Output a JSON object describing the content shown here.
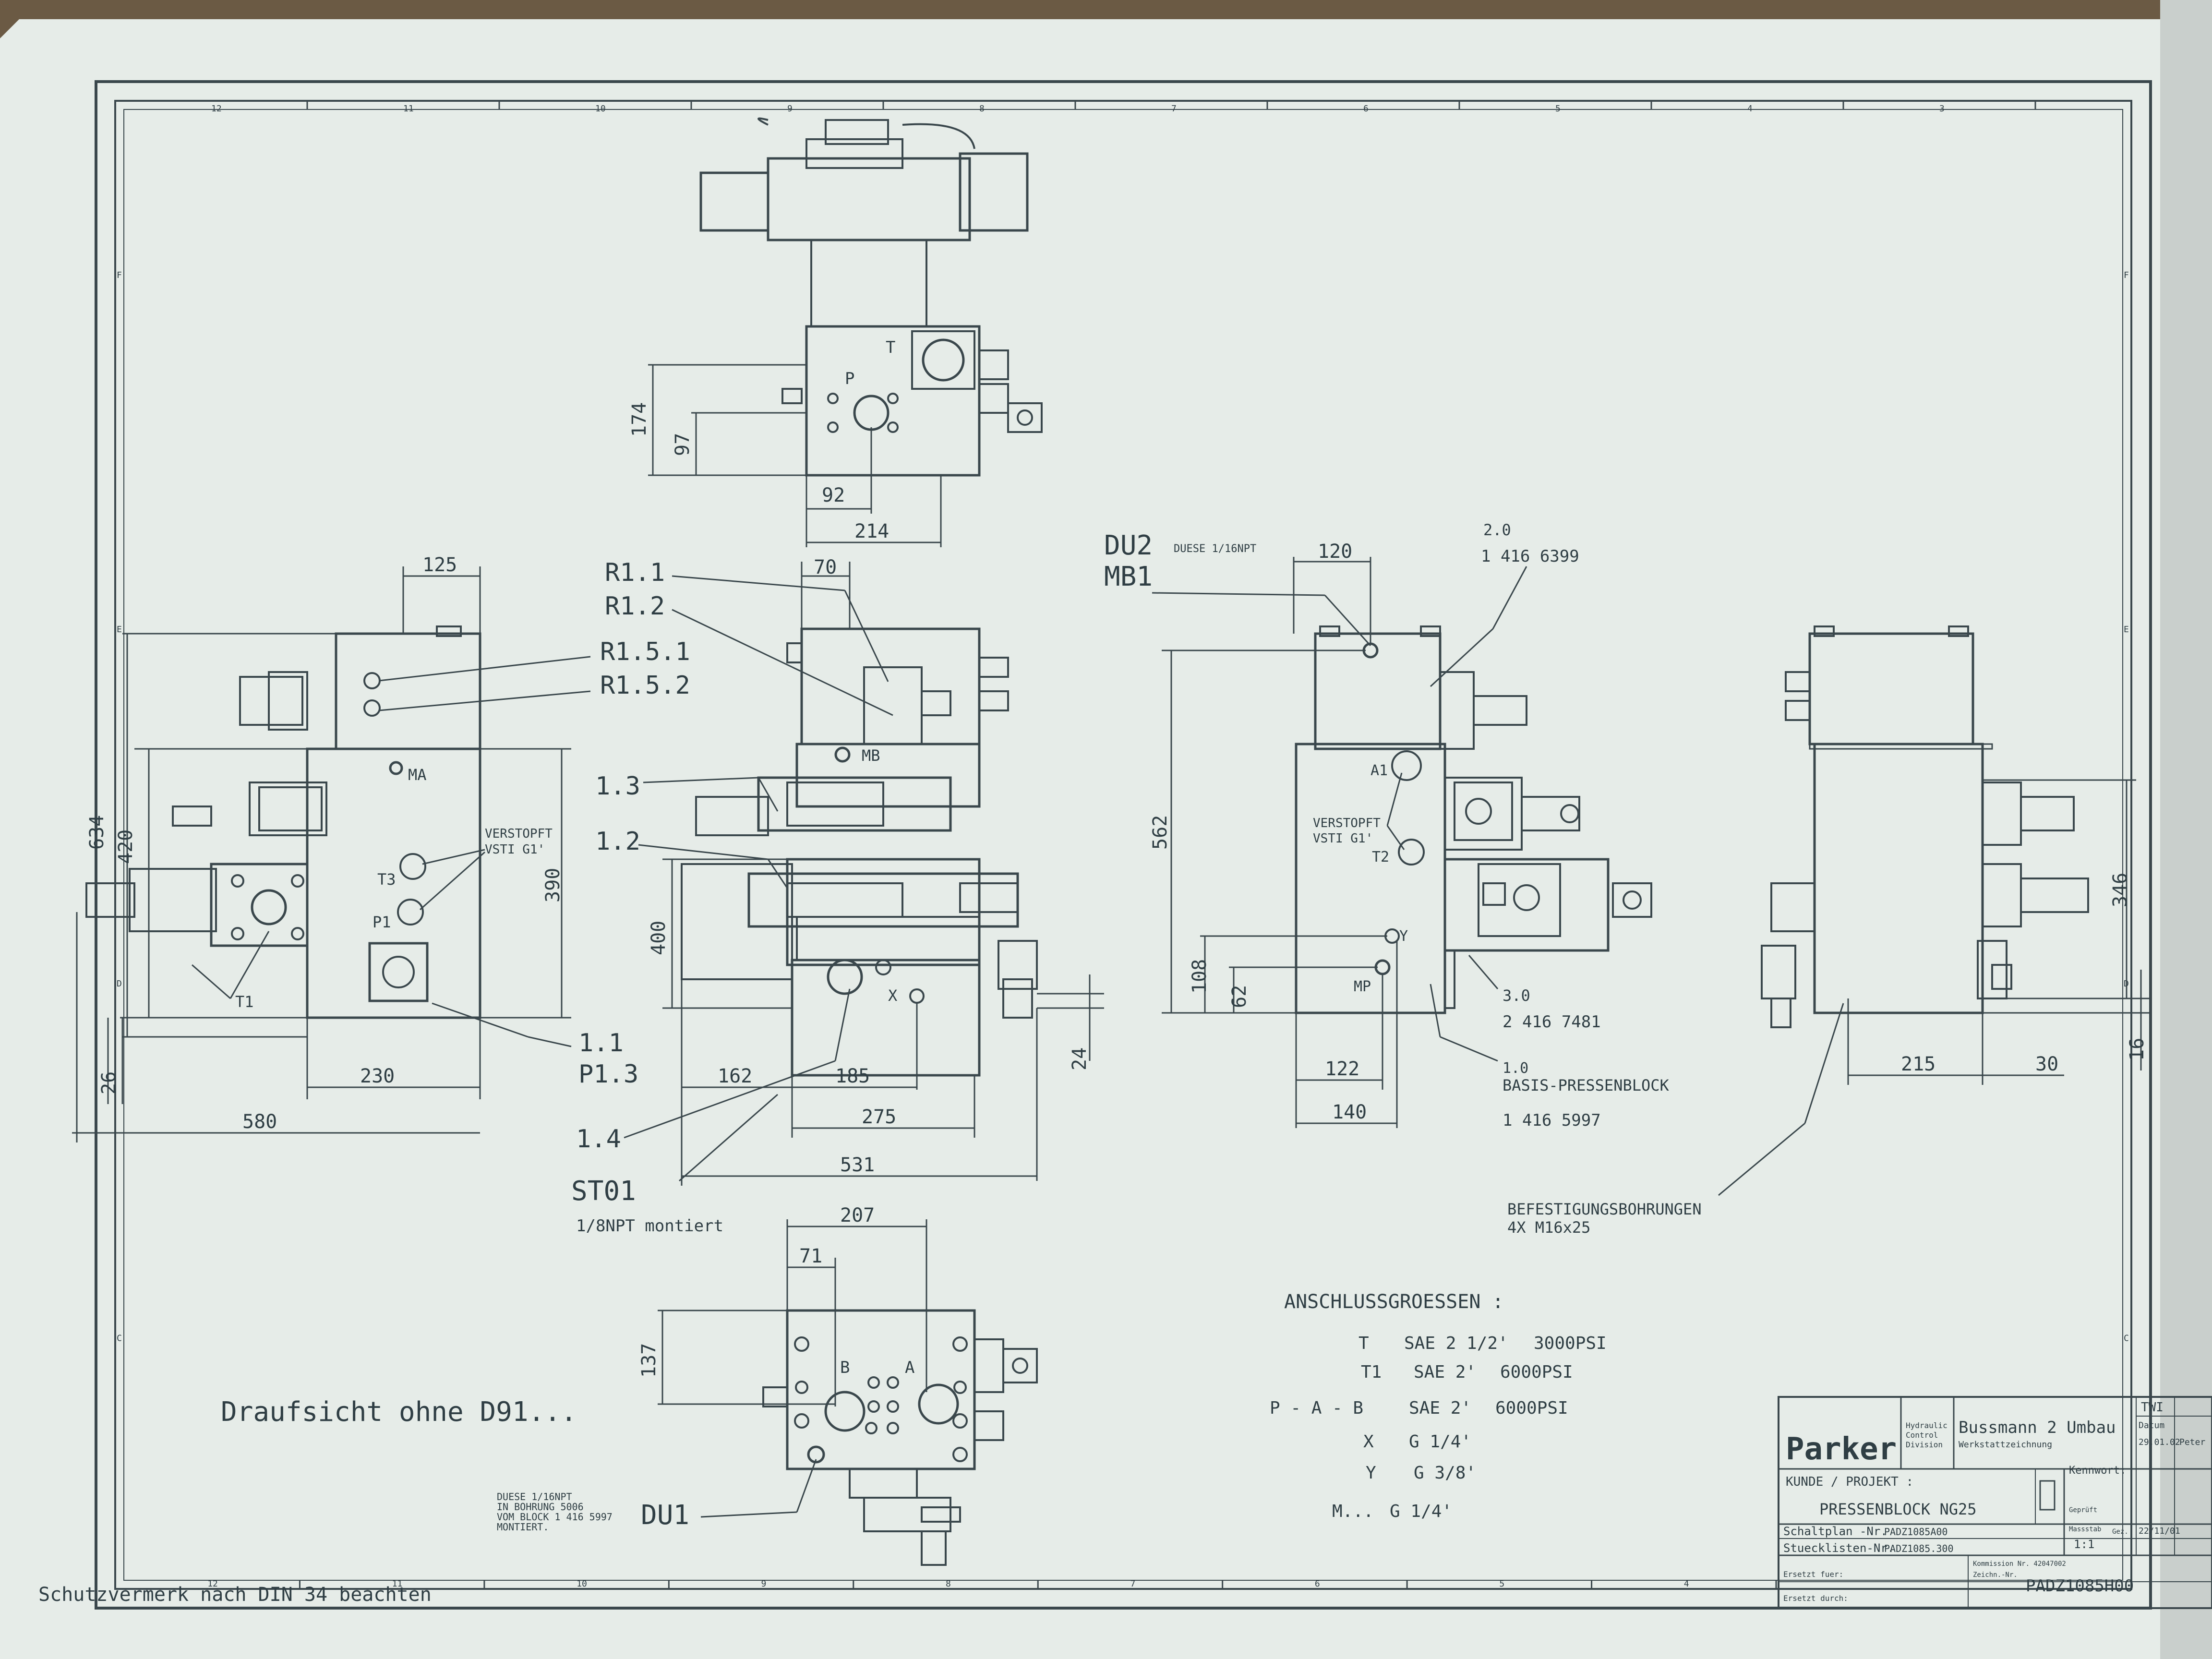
{
  "colors": {
    "paper": "#e6ece8",
    "ink": "#34434a",
    "table_bg": "#d9e0dc",
    "background": "#6b5a44"
  },
  "frame": {
    "top_numbers": [
      "12",
      "11",
      "10",
      "9",
      "8",
      "7",
      "6",
      "5",
      "4",
      "3"
    ],
    "bottom_numbers": [
      "12",
      "11",
      "10",
      "9",
      "8",
      "7",
      "6",
      "5",
      "4"
    ],
    "left_letters": [
      "F",
      "E",
      "D",
      "C"
    ],
    "right_letters": [
      "F",
      "E",
      "D",
      "C"
    ]
  },
  "top_view": {
    "dims": {
      "height_total": "174",
      "height_p": "97",
      "width_p": "92",
      "width_total": "214"
    },
    "port_t": "T",
    "port_p": "P"
  },
  "left_view": {
    "dims": {
      "d125": "125",
      "d634": "634",
      "d420": "420",
      "d390": "390",
      "d26": "26",
      "d230": "230",
      "d580": "580"
    },
    "labels": {
      "ma": "MA",
      "verstopft": "VERSTOPFT",
      "vsti": "VSTI G1'",
      "t3": "T3",
      "p1": "P1",
      "t1": "T1"
    }
  },
  "front_view": {
    "dims": {
      "d70": "70",
      "d400": "400",
      "d162": "162",
      "d185": "185",
      "d275": "275",
      "d531": "531",
      "d24": "24"
    },
    "labels": {
      "mb": "MB",
      "x": "X"
    }
  },
  "callouts": {
    "r11": "R1.1",
    "r12": "R1.2",
    "r151": "R1.5.1",
    "r152": "R1.5.2",
    "c13": "1.3",
    "c12": "1.2",
    "c11": "1.1",
    "p13": "P1.3",
    "c14": "1.4",
    "st01": "ST01",
    "st01_note": "1/8NPT montiert"
  },
  "side_view": {
    "du2": "DU2",
    "du2_note": "DUESE 1/16NPT",
    "mb1": "MB1",
    "dims": {
      "d120": "120",
      "d562": "562",
      "d108": "108",
      "d62": "62",
      "d122": "122",
      "d140": "140"
    },
    "labels": {
      "a1": "A1",
      "t2": "T2",
      "verstopft": "VERSTOPFT",
      "vsti": "VSTI G1'",
      "y": "Y",
      "mp": "MP"
    },
    "part_20": "2.0",
    "part_20_no": "1 416 6399",
    "part_30": "3.0",
    "part_30_no": "2 416 7481",
    "part_10": "1.0",
    "part_10_name": "BASIS-PRESSENBLOCK",
    "part_10_no": "1 416 5997"
  },
  "right_view": {
    "dims": {
      "d346": "346",
      "d215": "215",
      "d30": "30",
      "d16": "16"
    },
    "befestigung": "BEFESTIGUNGSBOHRUNGEN",
    "befestigung_spec": "4X   M16x25"
  },
  "bottom_view": {
    "dims": {
      "d207": "207",
      "d71": "71",
      "d137": "137"
    },
    "port_b": "B",
    "port_a": "A",
    "du1": "DU1",
    "duese_note": [
      "DUESE 1/16NPT",
      "IN BOHRUNG 5006",
      "VOM BLOCK 1 416 5997",
      "MONTIERT."
    ]
  },
  "draufsicht": "Draufsicht ohne D91...",
  "anschluss": {
    "title": "ANSCHLUSSGROESSEN :",
    "rows": [
      {
        "port": "T",
        "size": "SAE 2 1/2'",
        "pressure": "3000PSI"
      },
      {
        "port": "T1",
        "size": "SAE 2'",
        "pressure": "6000PSI"
      },
      {
        "port": "P - A - B",
        "size": "SAE 2'",
        "pressure": "6000PSI"
      },
      {
        "port": "X",
        "size": "G 1/4'",
        "pressure": ""
      },
      {
        "port": "Y",
        "size": "G 3/8'",
        "pressure": ""
      },
      {
        "port": "M...",
        "size": "G 1/4'",
        "pressure": ""
      }
    ]
  },
  "schutzvermerk": "Schutzvermerk nach DIN 34 beachten",
  "title_block": {
    "logo": "Parker",
    "division": [
      "Hydraulic",
      "Control",
      "Division"
    ],
    "project": "Bussmann 2 Umbau",
    "project_sub": "Werkstattzeichnung",
    "kunde_label": "KUNDE / PROJEKT :",
    "name": "PRESSENBLOCK NG25",
    "kennwort": "Kennwort:",
    "schaltplan_label": "Schaltplan  -Nr.",
    "schaltplan_no": "PADZ1085A00",
    "stueckliste_label": "Stuecklisten-Nr.",
    "stueckliste_no": "PADZ1085.300",
    "ersetzt_fuer": "Ersetzt fuer:",
    "ersetzt_durch": "Ersetzt durch:",
    "kommission": "Kommission Nr. 42047002",
    "zeichn": "Zeichn.-Nr.",
    "drawing_no": "PADZ1085H00",
    "twi": "TWI",
    "datum": "Datum",
    "date1": "29.01.02",
    "name_short": "Peter",
    "gepruft": "Geprüft",
    "massstab": "Massstab",
    "scale": "1:1",
    "gez": "Gez.",
    "date2": "22/11/01"
  }
}
